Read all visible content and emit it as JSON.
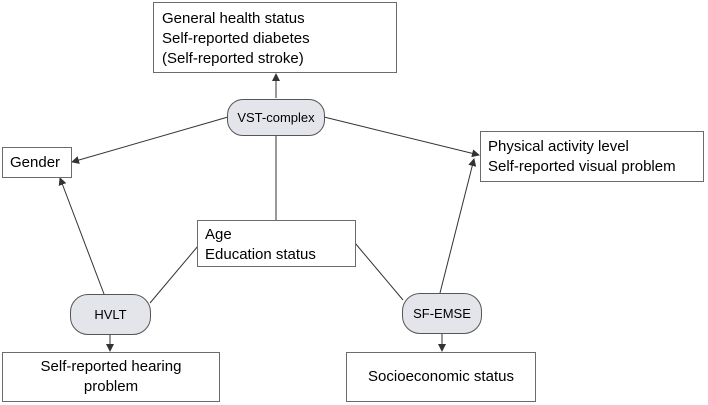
{
  "nodes": {
    "top_box": {
      "lines": [
        "General health status",
        "Self-reported diabetes",
        "(Self-reported stroke)"
      ]
    },
    "gender_box": {
      "lines": [
        "Gender"
      ]
    },
    "right_box": {
      "lines": [
        "Physical activity level",
        "Self-reported visual problem"
      ]
    },
    "center_box": {
      "lines": [
        "Age",
        "Education status"
      ]
    },
    "hearing_box": {
      "lines": [
        "Self-reported hearing",
        "problem"
      ]
    },
    "socio_box": {
      "lines": [
        "Socioeconomic status"
      ]
    },
    "vst": {
      "label": "VST-complex"
    },
    "hvlt": {
      "label": "HVLT"
    },
    "sfemse": {
      "label": "SF-EMSE"
    }
  },
  "colors": {
    "line": "#333333",
    "pill_fill": "#e4e5ea",
    "box_border": "#6b6b6b"
  }
}
